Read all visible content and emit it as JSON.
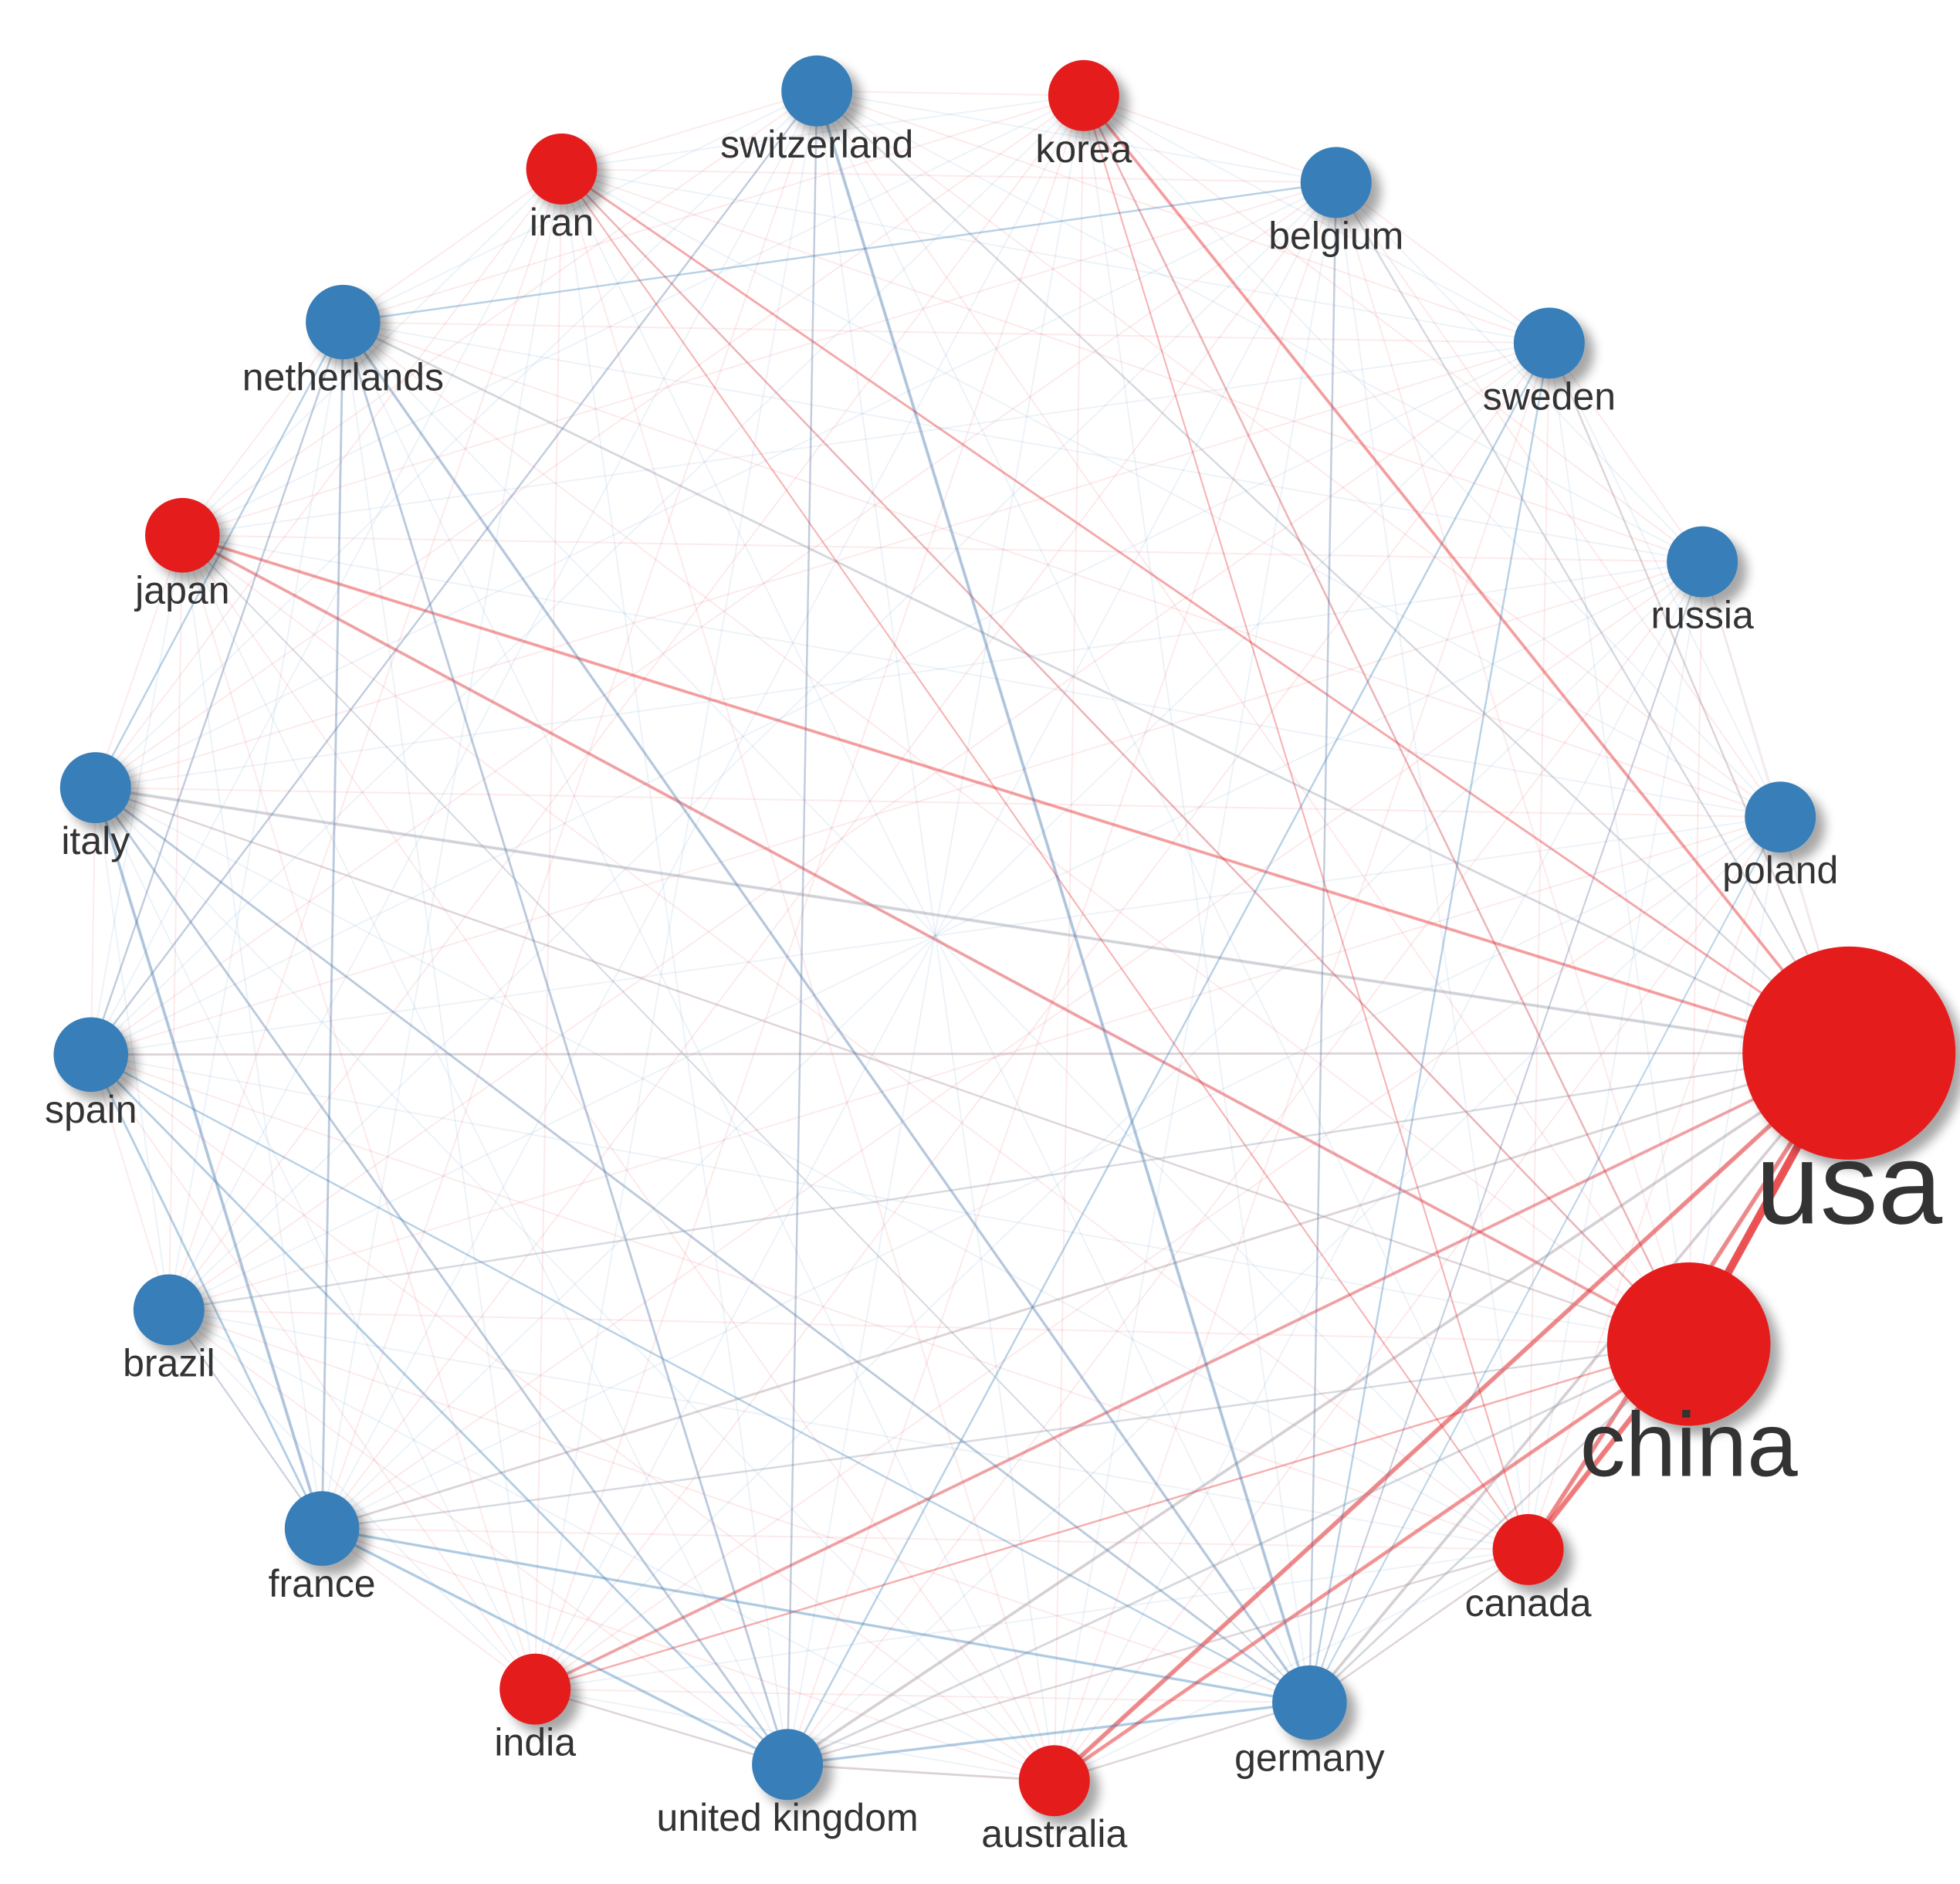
{
  "diagram": {
    "type": "circular-network",
    "colors": {
      "red_cluster": "#e41a1c",
      "blue_cluster": "#377eb8"
    },
    "nodes": [
      {
        "id": "korea",
        "label": "korea",
        "cluster": "red",
        "size": 1
      },
      {
        "id": "belgium",
        "label": "belgium",
        "cluster": "blue",
        "size": 1
      },
      {
        "id": "sweden",
        "label": "sweden",
        "cluster": "blue",
        "size": 1
      },
      {
        "id": "russia",
        "label": "russia",
        "cluster": "blue",
        "size": 1
      },
      {
        "id": "poland",
        "label": "poland",
        "cluster": "blue",
        "size": 1
      },
      {
        "id": "usa",
        "label": "usa",
        "cluster": "red",
        "size": 3
      },
      {
        "id": "china",
        "label": "china",
        "cluster": "red",
        "size": 2.3
      },
      {
        "id": "canada",
        "label": "canada",
        "cluster": "red",
        "size": 1
      },
      {
        "id": "germany",
        "label": "germany",
        "cluster": "blue",
        "size": 1.05
      },
      {
        "id": "australia",
        "label": "australia",
        "cluster": "red",
        "size": 1
      },
      {
        "id": "united-kingdom",
        "label": "united kingdom",
        "cluster": "blue",
        "size": 1
      },
      {
        "id": "india",
        "label": "india",
        "cluster": "red",
        "size": 1
      },
      {
        "id": "france",
        "label": "france",
        "cluster": "blue",
        "size": 1.05
      },
      {
        "id": "brazil",
        "label": "brazil",
        "cluster": "blue",
        "size": 1
      },
      {
        "id": "spain",
        "label": "spain",
        "cluster": "blue",
        "size": 1.05
      },
      {
        "id": "italy",
        "label": "italy",
        "cluster": "blue",
        "size": 1
      },
      {
        "id": "japan",
        "label": "japan",
        "cluster": "red",
        "size": 1.05
      },
      {
        "id": "netherlands",
        "label": "netherlands",
        "cluster": "blue",
        "size": 1.05
      },
      {
        "id": "iran",
        "label": "iran",
        "cluster": "red",
        "size": 1
      },
      {
        "id": "switzerland",
        "label": "switzerland",
        "cluster": "blue",
        "size": 1
      }
    ],
    "edges": [
      {
        "source": "usa",
        "target": "china",
        "weight": 10
      },
      {
        "source": "china",
        "target": "canada",
        "weight": 6
      },
      {
        "source": "usa",
        "target": "canada",
        "weight": 5
      },
      {
        "source": "usa",
        "target": "australia",
        "weight": 5
      },
      {
        "source": "china",
        "target": "australia",
        "weight": 4
      },
      {
        "source": "usa",
        "target": "korea",
        "weight": 3
      },
      {
        "source": "usa",
        "target": "japan",
        "weight": 3
      },
      {
        "source": "china",
        "target": "japan",
        "weight": 3
      },
      {
        "source": "usa",
        "target": "india",
        "weight": 3
      },
      {
        "source": "usa",
        "target": "iran",
        "weight": 2
      },
      {
        "source": "usa",
        "target": "germany",
        "weight": 3
      },
      {
        "source": "usa",
        "target": "united-kingdom",
        "weight": 3
      },
      {
        "source": "usa",
        "target": "italy",
        "weight": 3
      },
      {
        "source": "usa",
        "target": "netherlands",
        "weight": 2
      },
      {
        "source": "usa",
        "target": "france",
        "weight": 2
      },
      {
        "source": "usa",
        "target": "spain",
        "weight": 2
      },
      {
        "source": "usa",
        "target": "switzerland",
        "weight": 1.5
      },
      {
        "source": "usa",
        "target": "belgium",
        "weight": 1.5
      },
      {
        "source": "usa",
        "target": "sweden",
        "weight": 1.5
      },
      {
        "source": "china",
        "target": "united-kingdom",
        "weight": 2
      },
      {
        "source": "china",
        "target": "germany",
        "weight": 2
      },
      {
        "source": "china",
        "target": "france",
        "weight": 1.5
      },
      {
        "source": "china",
        "target": "italy",
        "weight": 1.5
      },
      {
        "source": "china",
        "target": "india",
        "weight": 1.5
      },
      {
        "source": "china",
        "target": "korea",
        "weight": 1.5
      },
      {
        "source": "china",
        "target": "iran",
        "weight": 1.5
      },
      {
        "source": "switzerland",
        "target": "germany",
        "weight": 3
      },
      {
        "source": "netherlands",
        "target": "germany",
        "weight": 2.5
      },
      {
        "source": "italy",
        "target": "france",
        "weight": 3
      },
      {
        "source": "italy",
        "target": "germany",
        "weight": 2
      },
      {
        "source": "italy",
        "target": "united-kingdom",
        "weight": 2
      },
      {
        "source": "spain",
        "target": "france",
        "weight": 2
      },
      {
        "source": "spain",
        "target": "united-kingdom",
        "weight": 2
      },
      {
        "source": "spain",
        "target": "germany",
        "weight": 1.5
      },
      {
        "source": "france",
        "target": "germany",
        "weight": 2.5
      },
      {
        "source": "france",
        "target": "united-kingdom",
        "weight": 2.5
      },
      {
        "source": "germany",
        "target": "united-kingdom",
        "weight": 2.5
      },
      {
        "source": "netherlands",
        "target": "united-kingdom",
        "weight": 2
      },
      {
        "source": "netherlands",
        "target": "france",
        "weight": 2
      },
      {
        "source": "netherlands",
        "target": "italy",
        "weight": 1.5
      },
      {
        "source": "netherlands",
        "target": "spain",
        "weight": 1.5
      },
      {
        "source": "switzerland",
        "target": "united-kingdom",
        "weight": 1.5
      },
      {
        "source": "switzerland",
        "target": "spain",
        "weight": 1.5
      },
      {
        "source": "belgium",
        "target": "germany",
        "weight": 1.5
      },
      {
        "source": "belgium",
        "target": "netherlands",
        "weight": 1.5
      },
      {
        "source": "sweden",
        "target": "germany",
        "weight": 1.5
      },
      {
        "source": "sweden",
        "target": "united-kingdom",
        "weight": 1.5
      },
      {
        "source": "india",
        "target": "united-kingdom",
        "weight": 1.5
      },
      {
        "source": "australia",
        "target": "united-kingdom",
        "weight": 2
      },
      {
        "source": "australia",
        "target": "germany",
        "weight": 1.5
      },
      {
        "source": "canada",
        "target": "germany",
        "weight": 1.5
      },
      {
        "source": "canada",
        "target": "united-kingdom",
        "weight": 1.5
      },
      {
        "source": "korea",
        "target": "canada",
        "weight": 1
      },
      {
        "source": "japan",
        "target": "germany",
        "weight": 1
      },
      {
        "source": "iran",
        "target": "canada",
        "weight": 1
      },
      {
        "source": "brazil",
        "target": "france",
        "weight": 1
      },
      {
        "source": "brazil",
        "target": "usa",
        "weight": 1.5
      },
      {
        "source": "russia",
        "target": "germany",
        "weight": 1
      },
      {
        "source": "poland",
        "target": "germany",
        "weight": 1
      }
    ]
  }
}
